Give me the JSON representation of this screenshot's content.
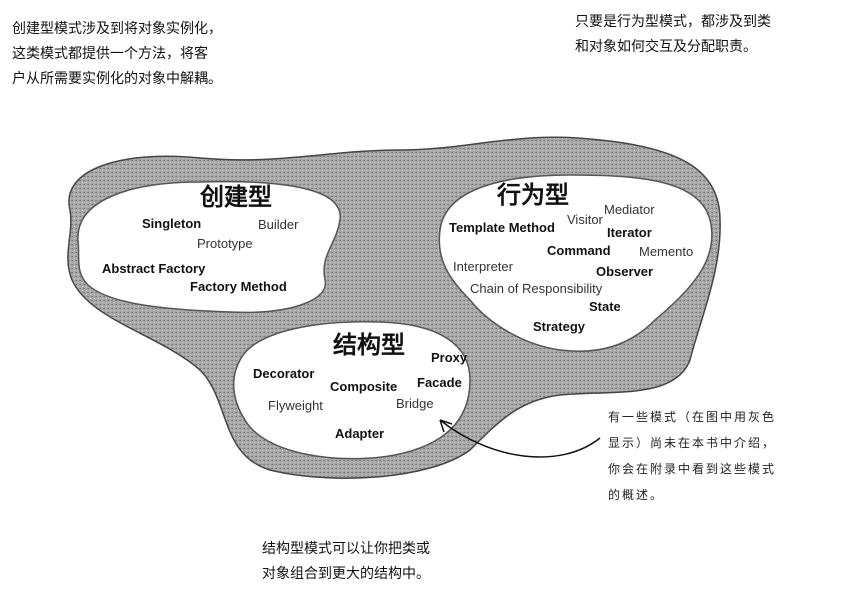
{
  "notes": {
    "creational": "创建型模式涉及到将对象实例化，\n这类模式都提供一个方法，将客\n户从所需要实例化的对象中解耦。",
    "behavioral": "只要是行为型模式，都涉及到类\n和对象如何交互及分配职责。",
    "structural": "结构型模式可以让你把类或\n对象组合到更大的结构中。",
    "gray_note": "有一些模式（在图中用灰色\n显示）尚未在本书中介绍，\n你会在附录中看到这些模式\n的概述。"
  },
  "categories": {
    "creational": {
      "title": "创建型",
      "patterns": [
        "Singleton",
        "Builder",
        "Prototype",
        "Abstract Factory",
        "Factory Method"
      ]
    },
    "behavioral": {
      "title": "行为型",
      "patterns": [
        "Mediator",
        "Visitor",
        "Template Method",
        "Iterator",
        "Command",
        "Memento",
        "Interpreter",
        "Observer",
        "Chain of Responsibility",
        "State",
        "Strategy"
      ]
    },
    "structural": {
      "title": "结构型",
      "patterns": [
        "Proxy",
        "Decorator",
        "Composite",
        "Facade",
        "Flyweight",
        "Bridge",
        "Adapter"
      ]
    }
  },
  "colors": {
    "outer": "#9a9a9a",
    "inner": "#ffffff"
  }
}
